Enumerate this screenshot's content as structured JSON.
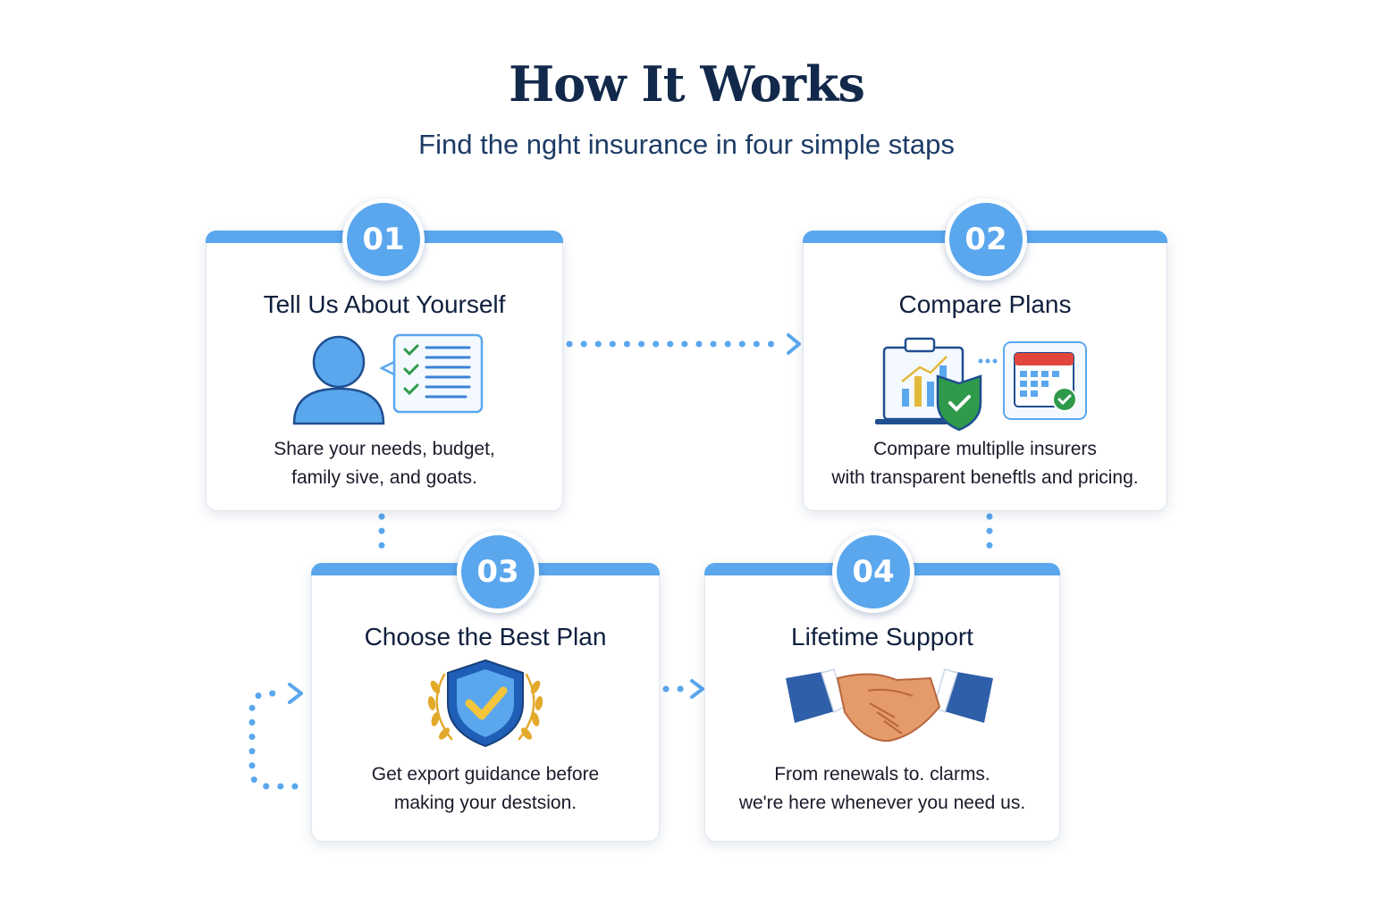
{
  "header": {
    "title": "How It Works",
    "subtitle": "Find the nght insurance in four simple staps"
  },
  "steps": [
    {
      "number": "01",
      "title": "Tell Us About Yourself",
      "description": [
        "Share your needs, budget,",
        "family sive, and goats."
      ],
      "icon": "person-checklist-icon"
    },
    {
      "number": "02",
      "title": "Compare Plans",
      "description": [
        "Compare multiplle insurers",
        "with transparent beneftls and pricing."
      ],
      "icon": "chart-shield-calendar-icon"
    },
    {
      "number": "03",
      "title": "Choose the Best Plan",
      "description": [
        "Get export guidance before",
        "making your destsion."
      ],
      "icon": "shield-check-laurel-icon"
    },
    {
      "number": "04",
      "title": "Lifetime Support",
      "description": [
        "From renewals to. clarms.",
        "we're here whenever you need us."
      ],
      "icon": "handshake-icon"
    }
  ],
  "colors": {
    "accent": "#5aa7ee",
    "title": "#13294b",
    "connector": "#5aa7ee",
    "gold": "#e3a92b",
    "check_green": "#2e9a4a"
  }
}
